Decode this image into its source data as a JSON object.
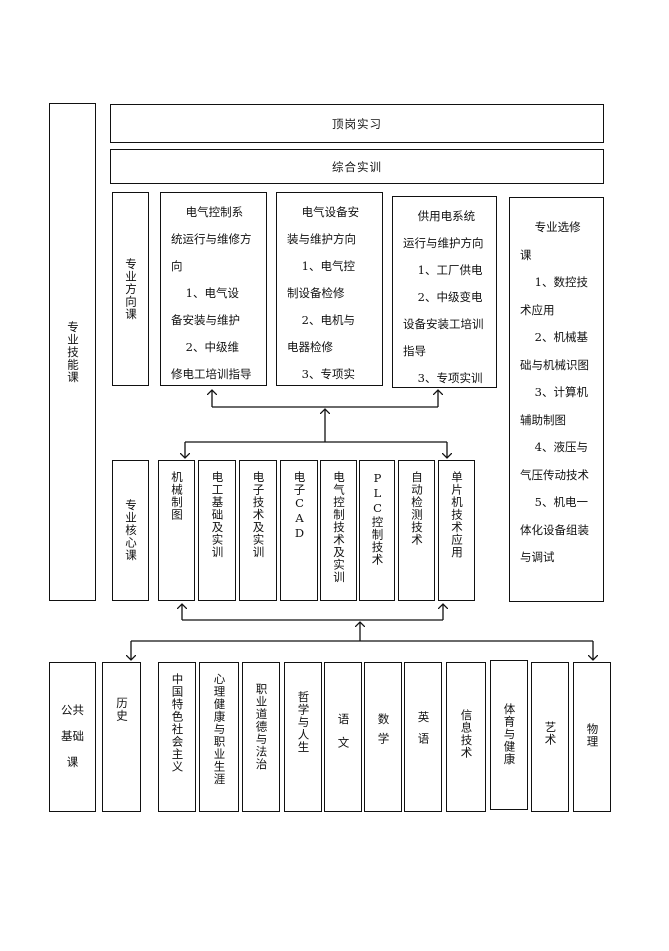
{
  "professional_skill_label": "专业技能课",
  "top_internship": "顶岗实习",
  "comprehensive_training": "综合实训",
  "direction_label": "专业方向课",
  "directions": [
    {
      "lines": [
        "    电气控制系",
        "统运行与维修方",
        "向",
        "    1、电气设",
        "备安装与维护",
        "    2、中级维",
        "修电工培训指导"
      ]
    },
    {
      "lines": [
        "    电气设备安",
        "装与维护方向",
        "    1、电气控",
        "制设备检修",
        "    2、电机与",
        "电器检修",
        "    3、专项实"
      ]
    },
    {
      "lines": [
        "    供用电系统",
        "运行与维护方向",
        "    1、工厂供电",
        "    2、中级变电",
        "设备安装工培训",
        "指导",
        "    3、专项实训"
      ]
    }
  ],
  "elective": {
    "lines": [
      "    专业选修",
      "课",
      "    1、数控技",
      "术应用",
      "    2、机械基",
      "础与机械识图",
      "    3、计算机",
      "辅助制图",
      "    4、液压与",
      "气压传动技术",
      "    5、机电一",
      "体化设备组装",
      "与调试"
    ]
  },
  "core_label": "专业核心课",
  "core_courses": [
    "机械制图",
    "电工基础及实训",
    "电子技术及实训",
    "电子CAD",
    "电气控制技术及实训",
    "PLC控制技术",
    "自动检测技术",
    "单片机技术应用"
  ],
  "public_label_lines": [
    "公共",
    "基础",
    "课"
  ],
  "public_courses": [
    "历史",
    "中国特色社会主义",
    "心理健康与职业生涯",
    "职业道德与法治",
    "哲学与人生",
    "语文",
    "数学",
    "英语",
    "信息技术",
    "体育与健康",
    "艺术",
    "物理"
  ]
}
